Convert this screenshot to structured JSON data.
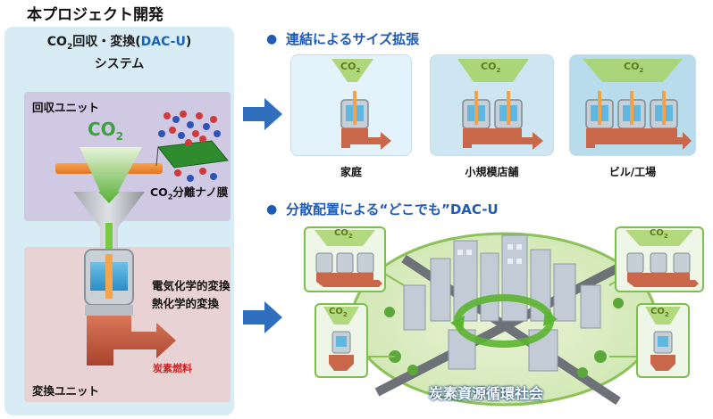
{
  "header": {
    "title": "本プロジェクト開発"
  },
  "system": {
    "line1_pre": "CO",
    "line1_sub": "2",
    "line1_mid": "回収・変換(",
    "line1_blue": "DAC-U",
    "line1_post": ")",
    "line2": "システム"
  },
  "capture_unit": {
    "label": "回収ユニット",
    "co2_main": "CO",
    "co2_sub": "2",
    "membrane_pre": "CO",
    "membrane_sub": "2",
    "membrane_post": "分離ナノ膜"
  },
  "conversion_unit": {
    "process1": "電気化学的変換",
    "process2": "熱化学的変換",
    "fuel": "炭素燃料",
    "label": "変換ユニット"
  },
  "section1": {
    "bullet": "●",
    "title": "連結によるサイズ拡張",
    "scenes": [
      {
        "label": "家庭",
        "co2": "CO",
        "sub": "2"
      },
      {
        "label": "小規模店舗",
        "co2": "CO",
        "sub": "2"
      },
      {
        "label": "ビル/工場",
        "co2": "CO",
        "sub": "2"
      }
    ]
  },
  "section2": {
    "bullet": "●",
    "title": "分散配置による“どこでも”DAC-U",
    "ring_label": "炭素資源循環社会",
    "corner_co2": "CO",
    "corner_sub": "2"
  },
  "colors": {
    "accent_blue": "#1f5bb6",
    "co2_green": "#3aa43a",
    "fuel_red": "#d42020",
    "panel_bg": "#d7ecf4",
    "capture_bg": "#cfc9e3",
    "convert_bg": "#e9d2d4"
  }
}
